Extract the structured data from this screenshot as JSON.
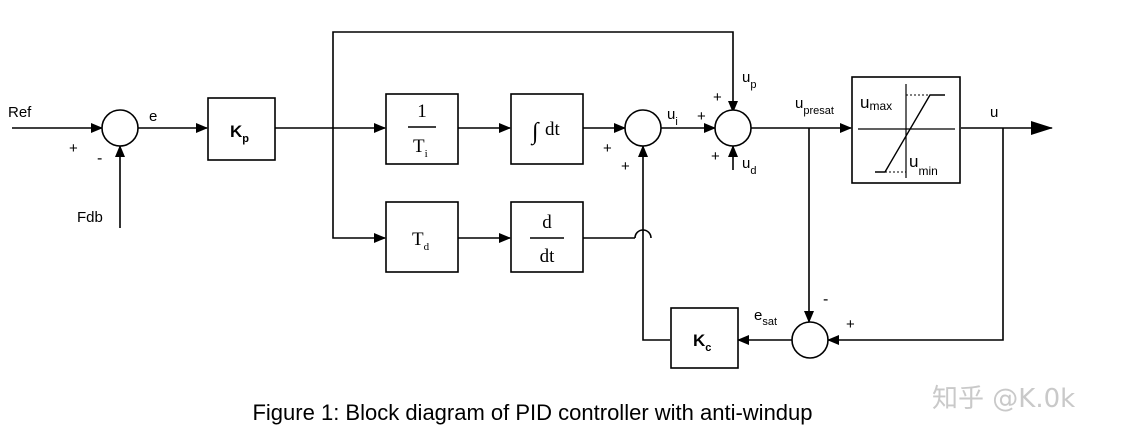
{
  "signals": {
    "ref": "Ref",
    "fdb": "Fdb",
    "e": "e",
    "up_base": "u",
    "up_sub": "p",
    "ui_base": "u",
    "ui_sub": "i",
    "ud_base": "u",
    "ud_sub": "d",
    "upresat_base": "u",
    "upresat_sub": "presat",
    "u": "u",
    "esat_base": "e",
    "esat_sub": "sat"
  },
  "signs": {
    "sum1_ref": "+",
    "sum1_fdb": "-",
    "sum2_left": "+",
    "sum2_bottom": "+",
    "sum3_top": "+",
    "sum3_left": "+",
    "sum3_bottom": "+",
    "sum4_top": "-",
    "sum4_right": "+"
  },
  "blocks": {
    "kp_base": "K",
    "kp_sub": "p",
    "ti_num": "1",
    "ti_den_base": "T",
    "ti_den_sub": "i",
    "integral_symbol": "∫",
    "integral_dt": "dt",
    "td_base": "T",
    "td_sub": "d",
    "deriv_num": "d",
    "deriv_den": "dt",
    "kc_base": "K",
    "kc_sub": "c",
    "sat_umax_base": "u",
    "sat_umax_sub": "max",
    "sat_umin_base": "u",
    "sat_umin_sub": "min"
  },
  "caption": "Figure 1: Block diagram of PID controller with anti-windup",
  "watermark": "知乎 @K.0k"
}
